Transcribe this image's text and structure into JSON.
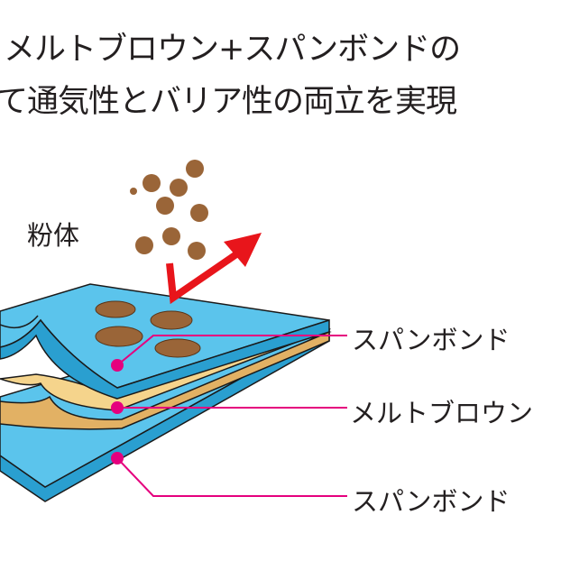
{
  "heading": {
    "line1": "メルトブロウン+スパンボンドの",
    "line2": "て通気性とバリア性の両立を実現"
  },
  "powder_label": "粉体",
  "layers": [
    {
      "label": "スパンボンド"
    },
    {
      "label": "メルトブロウン"
    },
    {
      "label": "スパンボンド"
    }
  ],
  "colors": {
    "sheet": "#5bc4ec",
    "meltblown": "#f5d48c",
    "particle": "#9a6538",
    "arrow": "#e8151b",
    "leader": "#e5007e"
  }
}
